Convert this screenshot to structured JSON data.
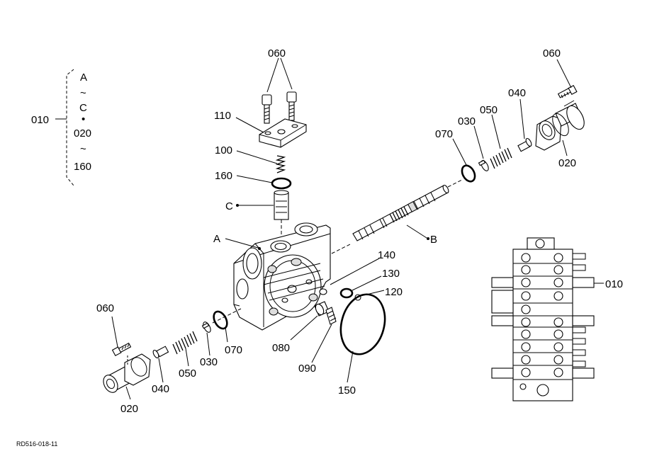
{
  "labels": {
    "p010_left": "010",
    "p010_right": "010",
    "range_a": "A",
    "range_tilde1": "~",
    "range_c": "C",
    "range_dot": "•",
    "range_020": "020",
    "range_tilde2": "~",
    "range_160": "160",
    "p060_top": "060",
    "p060_right": "060",
    "p060_left": "060",
    "p110": "110",
    "p100": "100",
    "p160": "160",
    "p070_top": "070",
    "p070_bottom": "070",
    "p030_top": "030",
    "p030_bottom": "030",
    "p050_top": "050",
    "p050_bottom": "050",
    "p040_top": "040",
    "p040_bottom": "040",
    "p020_right": "020",
    "p020_left": "020",
    "p140": "140",
    "p130": "130",
    "p120": "120",
    "p080": "080",
    "p090": "090",
    "p150": "150",
    "ref_a": "A",
    "ref_b": "B",
    "ref_c": "C"
  },
  "footer": {
    "drawing_code": "RD516-018-11"
  }
}
